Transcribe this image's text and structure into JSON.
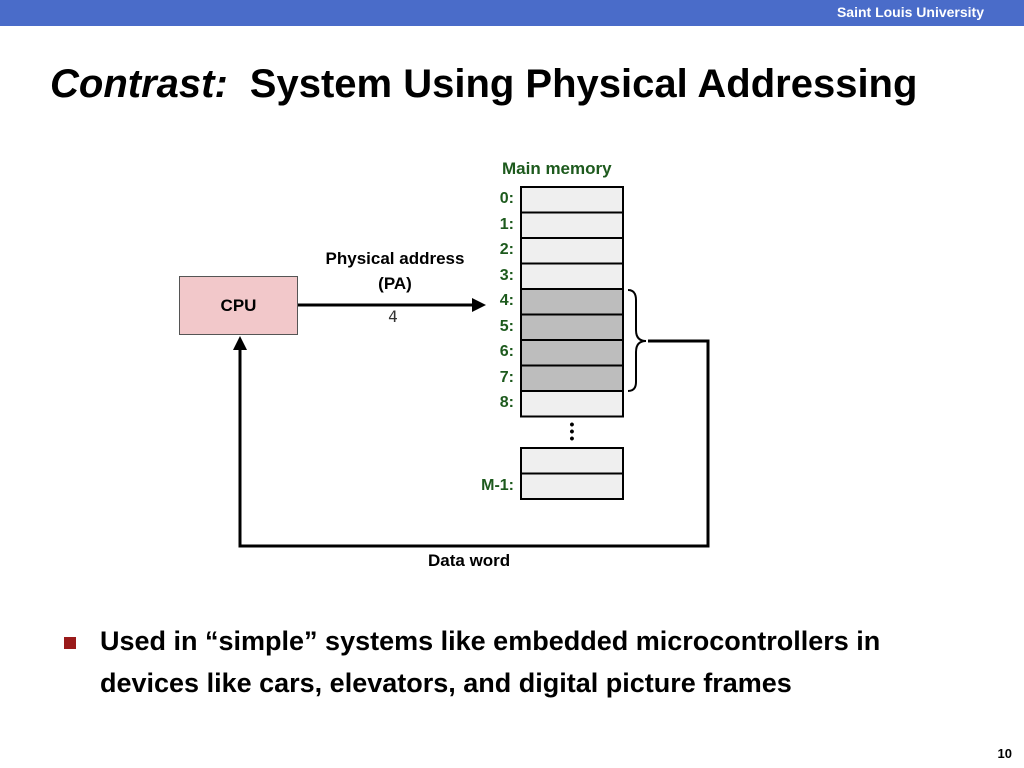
{
  "header": {
    "university": "Saint Louis University"
  },
  "slide": {
    "title_italic": "Contrast:",
    "title_main": "System Using Physical Addressing",
    "bullet": "Used in “simple” systems like embedded microcontrollers in devices like cars, elevators, and digital picture frames",
    "page_number": "10"
  },
  "diagram": {
    "memory_title": "Main memory",
    "cpu_label": "CPU",
    "pa_label_line1": "Physical address",
    "pa_label_line2": "(PA)",
    "pa_value": "4",
    "data_word_label": "Data word",
    "ellipsis": "•\n•\n•",
    "address_labels": [
      "0:",
      "1:",
      "2:",
      "3:",
      "4:",
      "5:",
      "6:",
      "7:",
      "8:",
      "M-1:"
    ],
    "highlighted_cells": [
      4,
      5,
      6,
      7
    ],
    "colors": {
      "header_bar": "#4a6cc9",
      "cpu_fill": "#f2c8ca",
      "cell_fill": "#efefef",
      "cell_highlight": "#bdbdbd",
      "label_green": "#1d5a1d",
      "bullet": "#9a1a1a"
    }
  }
}
